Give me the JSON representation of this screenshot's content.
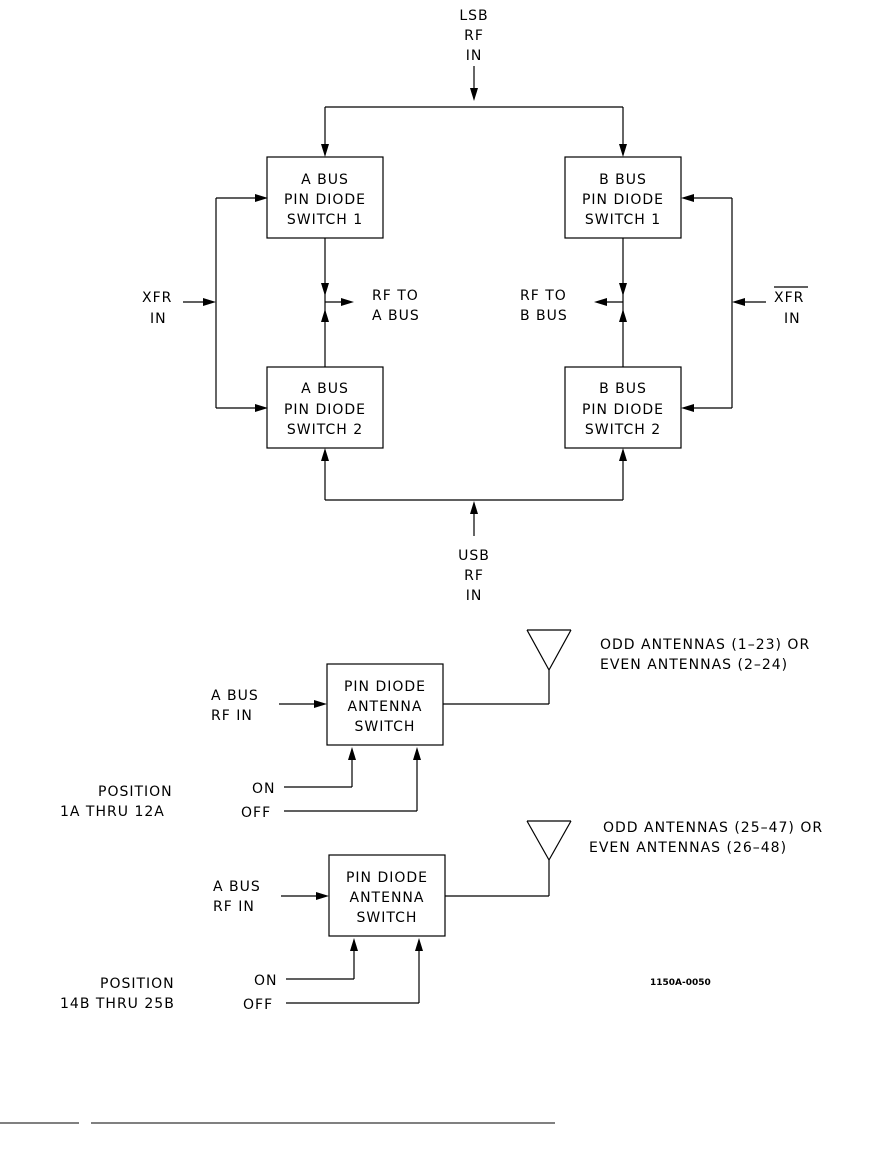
{
  "diagram": {
    "lsb_input": [
      "LSB",
      "RF",
      "IN"
    ],
    "usb_input": [
      "USB",
      "RF",
      "IN"
    ],
    "a_bus_switch_1": [
      "A BUS",
      "PIN DIODE",
      "SWITCH 1"
    ],
    "a_bus_switch_2": [
      "A BUS",
      "PIN DIODE",
      "SWITCH 2"
    ],
    "b_bus_switch_1": [
      "B BUS",
      "PIN DIODE",
      "SWITCH 1"
    ],
    "b_bus_switch_2": [
      "B BUS",
      "PIN DIODE",
      "SWITCH 2"
    ],
    "xfr_in": [
      "XFR",
      "IN"
    ],
    "xfr_bar_in": [
      "XFR",
      "IN"
    ],
    "rf_to_a_bus": [
      "RF  TO",
      "A  BUS"
    ],
    "rf_to_b_bus": [
      "RF  TO",
      "B  BUS"
    ],
    "antenna_switch_1": {
      "box": [
        "PIN DIODE",
        "ANTENNA",
        "SWITCH"
      ],
      "input": [
        "A  BUS",
        "RF  IN"
      ],
      "position": [
        "POSITION",
        "1A  THRU  12A"
      ],
      "on": "ON",
      "off": "OFF",
      "antennas": [
        "ODD  ANTENNAS  (1–23)  OR",
        "EVEN  ANTENNAS  (2–24)"
      ]
    },
    "antenna_switch_2": {
      "box": [
        "PIN DIODE",
        "ANTENNA",
        "SWITCH"
      ],
      "input": [
        "A  BUS",
        "RF  IN"
      ],
      "position": [
        "POSITION",
        "14B  THRU  25B"
      ],
      "on": "ON",
      "off": "OFF",
      "antennas": [
        "ODD  ANTENNAS  (25–47)  OR",
        "EVEN  ANTENNAS  (26–48)"
      ]
    },
    "figure_id": "1150A-0050"
  }
}
